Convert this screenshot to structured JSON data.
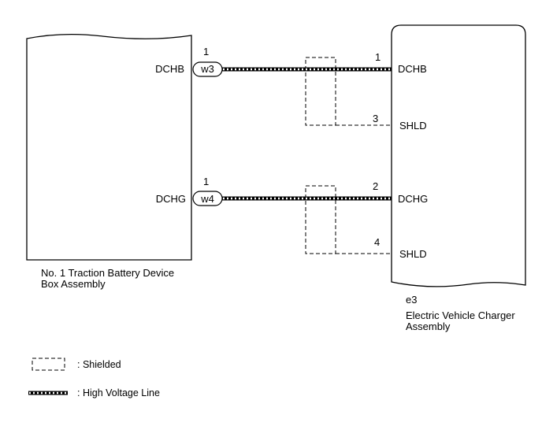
{
  "left_component": {
    "name_line1": "No. 1 Traction Battery Device",
    "name_line2": "Box Assembly",
    "pins": [
      {
        "label": "DCHB",
        "pin": "1",
        "connector": "w3"
      },
      {
        "label": "DCHG",
        "pin": "1",
        "connector": "w4"
      }
    ]
  },
  "right_component": {
    "connector_id": "e3",
    "name_line1": "Electric Vehicle Charger",
    "name_line2": "Assembly",
    "pins": [
      {
        "label": "DCHB",
        "pin": "1"
      },
      {
        "label": "SHLD",
        "pin": "3"
      },
      {
        "label": "DCHG",
        "pin": "2"
      },
      {
        "label": "SHLD",
        "pin": "4"
      }
    ]
  },
  "legend": {
    "shielded": ": Shielded",
    "high_voltage": ": High Voltage Line"
  },
  "colors": {
    "line": "#000000",
    "background": "#ffffff"
  }
}
